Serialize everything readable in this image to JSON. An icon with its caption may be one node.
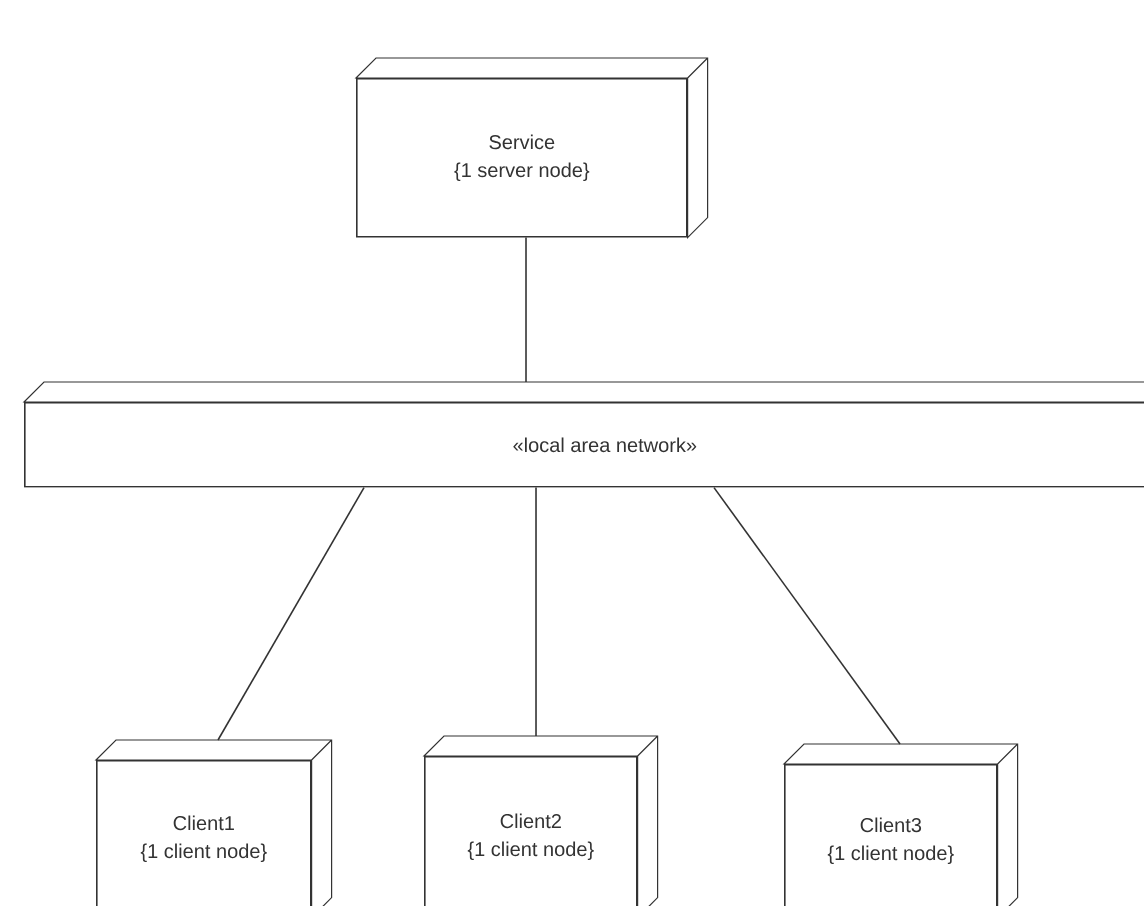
{
  "diagram": {
    "nodes": [
      {
        "text": [
          "Service",
          "{1 server node}"
        ]
      },
      {
        "text": [
          "«local area network»"
        ]
      },
      {
        "text": [
          "Client1",
          "{1 client node}"
        ]
      },
      {
        "text": [
          "Client2",
          "{1 client node}"
        ]
      },
      {
        "text": [
          "Client3",
          "{1 client node}"
        ]
      }
    ],
    "edges": [
      {
        "from": 0,
        "to": 1,
        "arrow": "none"
      },
      {
        "from": 1,
        "to": 2,
        "arrow": "none"
      },
      {
        "from": 1,
        "to": 3,
        "arrow": "none"
      },
      {
        "from": 1,
        "to": 4,
        "arrow": "none"
      }
    ]
  }
}
